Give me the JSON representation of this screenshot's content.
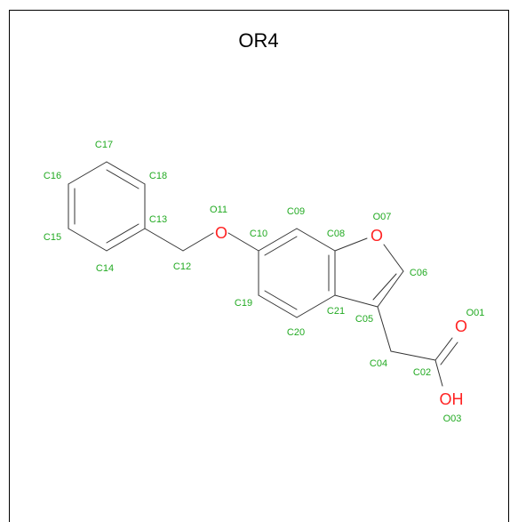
{
  "title": "OR4",
  "colors": {
    "label": "#22aa22",
    "heteroatom": "#ff2222",
    "bond": "#333333",
    "text": "#000000"
  },
  "atom_labels": {
    "O01": "O01",
    "C02": "C02",
    "O03": "O03",
    "C04": "C04",
    "C05": "C05",
    "C06": "C06",
    "O07": "O07",
    "C08": "C08",
    "C09": "C09",
    "C10": "C10",
    "O11": "O11",
    "C12": "C12",
    "C13": "C13",
    "C14": "C14",
    "C15": "C15",
    "C16": "C16",
    "C17": "C17",
    "C18": "C18",
    "C19": "C19",
    "C20": "C20",
    "C21": "C21"
  },
  "heteroatoms": {
    "ring_o": "O",
    "ether_o": "O",
    "carbonyl_o": "O",
    "hydroxyl": "OH"
  }
}
